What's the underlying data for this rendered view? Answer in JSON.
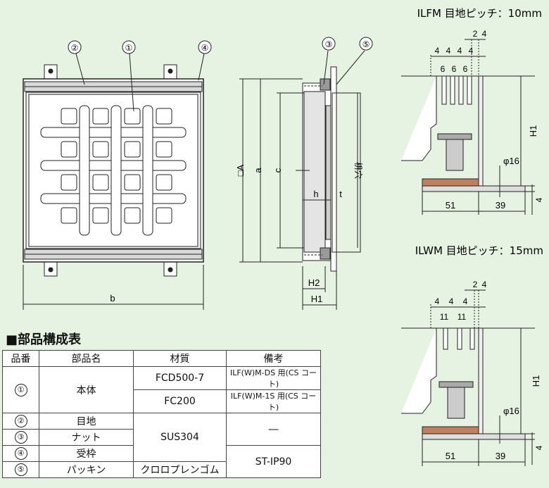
{
  "plan_view": {
    "balloons": [
      "②",
      "①",
      "④"
    ],
    "dim_b": "b"
  },
  "section_view": {
    "balloons": [
      "③",
      "⑤"
    ],
    "dim_A": "□A",
    "dim_a": "a",
    "dim_c": "c",
    "dim_h": "h",
    "dim_t": "t",
    "dim_hole": "枡穴",
    "dim_H2": "H2",
    "dim_H1": "H1"
  },
  "ilfm": {
    "title": "ILFM 目地ピッチ：10mm",
    "dim_top_2": "2",
    "dim_top_4": "4",
    "row4": [
      "4",
      "4",
      "4",
      "4"
    ],
    "row6": [
      "6",
      "6",
      "6"
    ],
    "H1": "H1",
    "phi": "φ16",
    "d51": "51",
    "d39": "39",
    "d4": "4"
  },
  "ilwm": {
    "title": "ILWM 目地ピッチ：15mm",
    "dim_top_2": "2",
    "dim_top_4": "4",
    "row4": [
      "4",
      "4",
      "4"
    ],
    "row11": [
      "11",
      "11"
    ],
    "H1": "H1",
    "phi": "φ16",
    "d51": "51",
    "d39": "39",
    "d4": "4"
  },
  "parts": {
    "title": "■部品構成表",
    "headers": [
      "品番",
      "部品名",
      "材質",
      "備考"
    ],
    "rows": [
      {
        "no": "①",
        "name": "本体",
        "material": "FCD500-7",
        "note": "ILF(W)M-DS 用(CS コート)"
      },
      {
        "material": "FC200",
        "note": "ILF(W)M-1S 用(CS コート)"
      },
      {
        "no": "②",
        "name": "目地",
        "material": "SUS304",
        "note": "―"
      },
      {
        "no": "③",
        "name": "ナット"
      },
      {
        "no": "④",
        "name": "受枠",
        "note": "ST-IP90"
      },
      {
        "no": "⑤",
        "name": "パッキン",
        "material": "クロロプレンゴム"
      }
    ]
  }
}
